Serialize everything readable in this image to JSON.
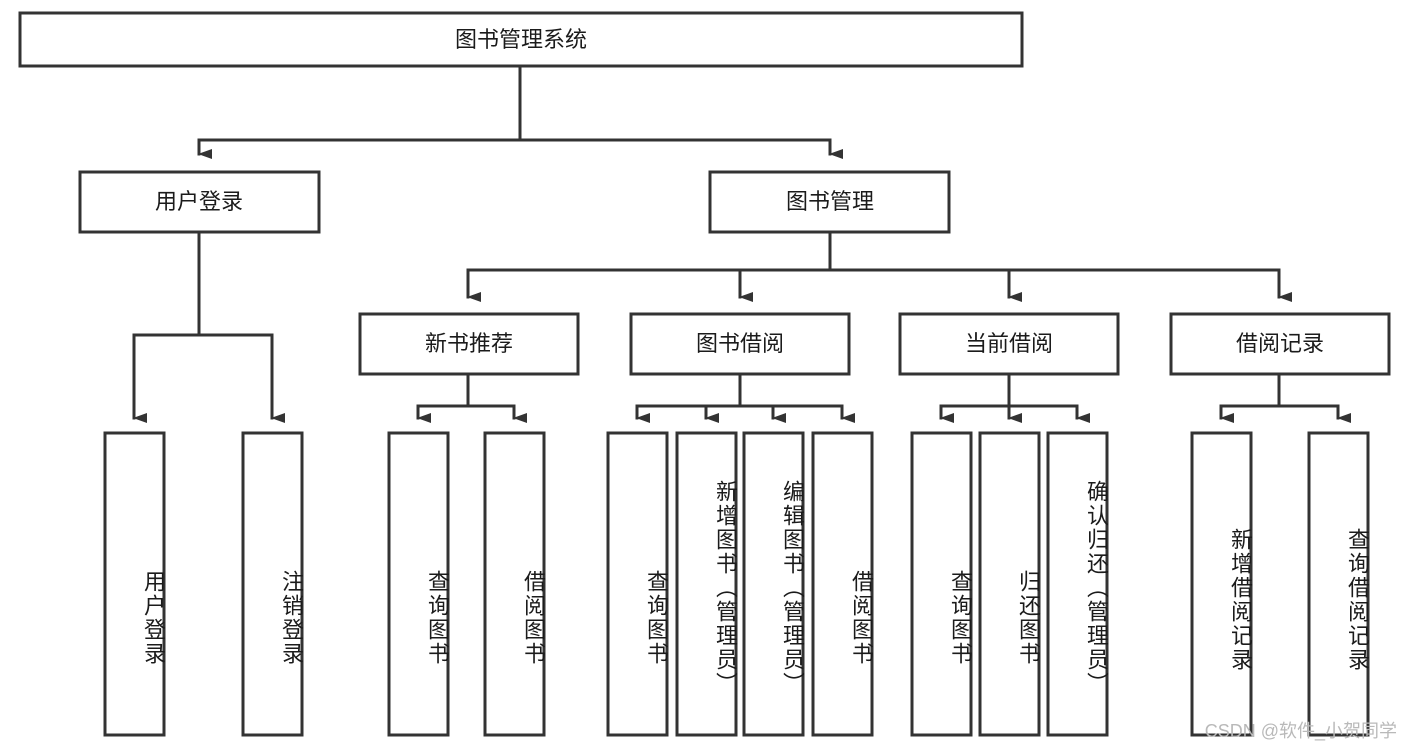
{
  "diagram": {
    "type": "tree-hierarchy",
    "title": "图书管理系统",
    "orientation": "top-down",
    "colors": {
      "stroke": "#333333",
      "fill": "#ffffff",
      "text": "#1b1b1b",
      "watermark": "#b9b9b9"
    },
    "levels": {
      "root": {
        "label": "图书管理系统"
      },
      "level2": [
        {
          "id": "user-login",
          "label": "用户登录"
        },
        {
          "id": "book-management",
          "label": "图书管理"
        }
      ],
      "level3": [
        {
          "id": "new-book-recommend",
          "label": "新书推荐",
          "parent": "book-management"
        },
        {
          "id": "book-borrow",
          "label": "图书借阅",
          "parent": "book-management"
        },
        {
          "id": "current-borrow",
          "label": "当前借阅",
          "parent": "book-management"
        },
        {
          "id": "borrow-record",
          "label": "借阅记录",
          "parent": "book-management"
        }
      ],
      "leaves": [
        {
          "id": "leaf-user-login",
          "label": "用户登录",
          "parent": "user-login"
        },
        {
          "id": "leaf-logout-login",
          "label": "注销登录",
          "parent": "user-login"
        },
        {
          "id": "leaf-query-book-1",
          "label": "查询图书",
          "parent": "new-book-recommend"
        },
        {
          "id": "leaf-borrow-book-1",
          "label": "借阅图书",
          "parent": "new-book-recommend"
        },
        {
          "id": "leaf-query-book-2",
          "label": "查询图书",
          "parent": "book-borrow"
        },
        {
          "id": "leaf-add-book",
          "label": "新增图书（管理员）",
          "parent": "book-borrow"
        },
        {
          "id": "leaf-edit-book",
          "label": "编辑图书（管理员）",
          "parent": "book-borrow"
        },
        {
          "id": "leaf-borrow-book-2",
          "label": "借阅图书",
          "parent": "book-borrow"
        },
        {
          "id": "leaf-query-book-3",
          "label": "查询图书",
          "parent": "current-borrow"
        },
        {
          "id": "leaf-return-book",
          "label": "归还图书",
          "parent": "current-borrow"
        },
        {
          "id": "leaf-confirm-return",
          "label": "确认归还（管理员）",
          "parent": "current-borrow"
        },
        {
          "id": "leaf-add-record",
          "label": "新增借阅记录",
          "parent": "borrow-record"
        },
        {
          "id": "leaf-query-record",
          "label": "查询借阅记录",
          "parent": "borrow-record"
        }
      ]
    },
    "watermark": "CSDN @软件_小贺同学"
  }
}
